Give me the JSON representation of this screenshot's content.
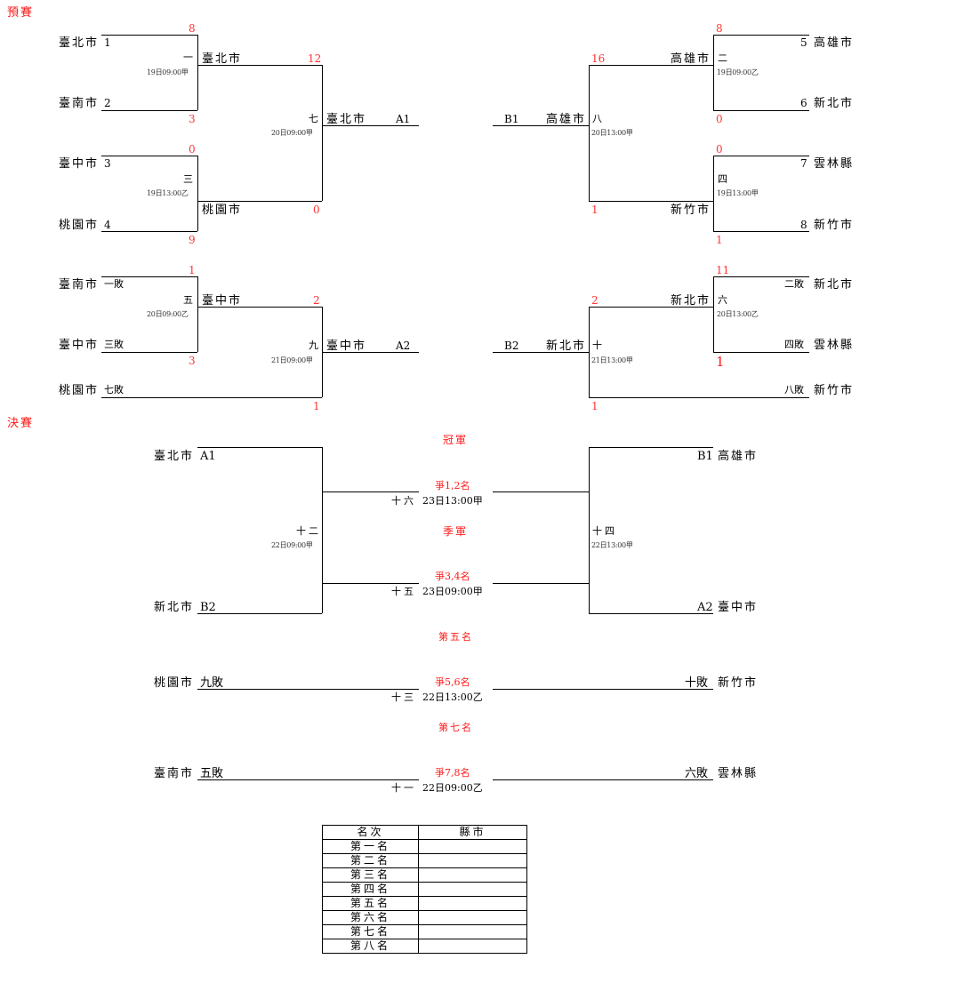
{
  "sections": {
    "prelim": "預賽",
    "final": "決賽"
  },
  "prelim": {
    "groupA_top": {
      "g1": {
        "no": "一",
        "time": "19日09:00甲",
        "team1": "臺北市",
        "seed1": "1",
        "score1": "8",
        "team2": "臺南市",
        "seed2": "2",
        "score2": "3",
        "winner": "臺北市"
      },
      "g3": {
        "no": "三",
        "time": "19日13:00乙",
        "team1": "臺中市",
        "seed1": "3",
        "score1": "0",
        "team2": "桃園市",
        "seed2": "4",
        "score2": "9",
        "winner": "桃園市"
      },
      "g7": {
        "no": "七",
        "time": "20日09:00甲",
        "score1": "12",
        "score2": "0",
        "winner": "臺北市",
        "slot": "A1"
      }
    },
    "groupB_top": {
      "g2": {
        "no": "二",
        "time": "19日09:00乙",
        "team1": "高雄市",
        "seed1": "5",
        "score1": "8",
        "team2": "新北市",
        "seed2": "6",
        "score2": "0",
        "winner": "高雄市"
      },
      "g4": {
        "no": "四",
        "time": "19日13:00甲",
        "team1": "雲林縣",
        "seed1": "7",
        "score1": "0",
        "team2": "新竹市",
        "seed2": "8",
        "score2": "1",
        "winner": "新竹市"
      },
      "g8": {
        "no": "八",
        "time": "20日13:00甲",
        "score1": "16",
        "score2": "1",
        "winner": "高雄市",
        "slot": "B1"
      }
    },
    "groupA_bottom": {
      "g5": {
        "no": "五",
        "time": "20日09:00乙",
        "team1": "臺南市",
        "src1": "一敗",
        "score1": "1",
        "team2": "臺中市",
        "src2": "三敗",
        "score2": "3",
        "winner": "臺中市"
      },
      "g9": {
        "no": "九",
        "time": "21日09:00甲",
        "score1": "2",
        "team3": "桃園市",
        "src3": "七敗",
        "score3": "1",
        "winner": "臺中市",
        "slot": "A2"
      }
    },
    "groupB_bottom": {
      "g6": {
        "no": "六",
        "time": "20日13:00乙",
        "team1": "新北市",
        "src1": "二敗",
        "score1": "11",
        "team2": "雲林縣",
        "src2": "四敗",
        "score2": "1",
        "winner": "新北市"
      },
      "g10": {
        "no": "十",
        "time": "21日13:00甲",
        "score1": "2",
        "team3": "新竹市",
        "src3": "八敗",
        "score3": "1",
        "winner": "新北市",
        "slot": "B2"
      }
    }
  },
  "final": {
    "left": {
      "team_top": "臺北市",
      "slot_top": "A1",
      "team_bottom": "新北市",
      "slot_bottom": "B2",
      "no": "十二",
      "time": "22日09:00甲"
    },
    "right": {
      "team_top": "高雄市",
      "slot_top": "B1",
      "team_bottom": "臺中市",
      "slot_bottom": "A2",
      "no": "十四",
      "time": "22日13:00甲"
    },
    "champion": {
      "title": "冠軍",
      "match": "爭1,2名",
      "no": "十六",
      "time": "23日13:00甲"
    },
    "third": {
      "title": "季軍",
      "match": "爭3,4名",
      "no": "十五",
      "time": "23日09:00甲"
    },
    "fifth": {
      "title": "第五名",
      "match": "爭5,6名",
      "no": "十三",
      "time": "22日13:00乙",
      "team_left": "桃園市",
      "src_left": "九敗",
      "team_right": "新竹市",
      "src_right": "十敗"
    },
    "seventh": {
      "title": "第七名",
      "match": "爭7,8名",
      "no": "十一",
      "time": "22日09:00乙",
      "team_left": "臺南市",
      "src_left": "五敗",
      "team_right": "雲林縣",
      "src_right": "六敗"
    }
  },
  "ranking": {
    "headers": [
      "名次",
      "縣市"
    ],
    "rows": [
      {
        "rank": "第一名",
        "team": ""
      },
      {
        "rank": "第二名",
        "team": ""
      },
      {
        "rank": "第三名",
        "team": ""
      },
      {
        "rank": "第四名",
        "team": ""
      },
      {
        "rank": "第五名",
        "team": ""
      },
      {
        "rank": "第六名",
        "team": ""
      },
      {
        "rank": "第七名",
        "team": ""
      },
      {
        "rank": "第八名",
        "team": ""
      }
    ]
  }
}
